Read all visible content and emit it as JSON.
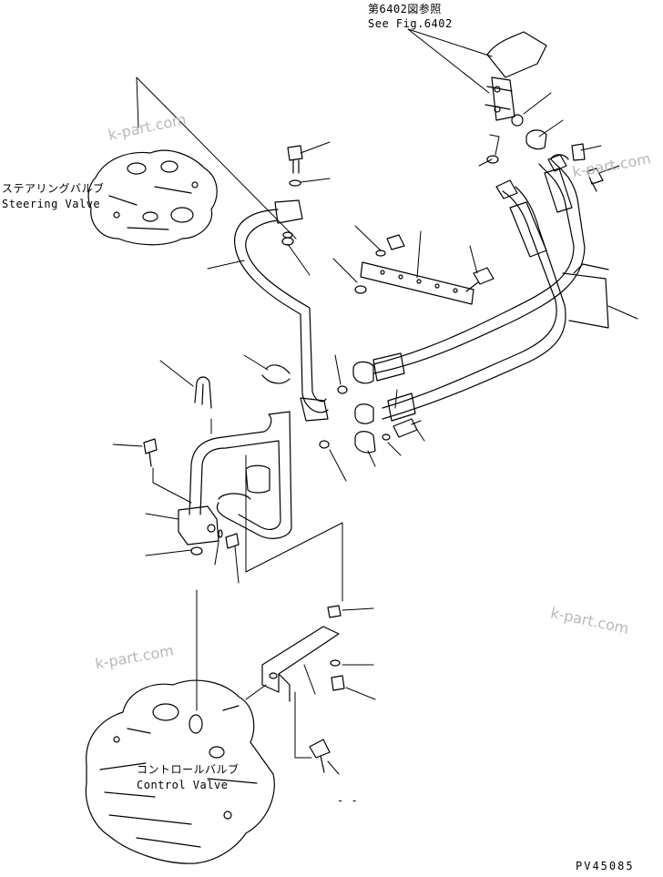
{
  "references": {
    "fig_jp": "第6402図参照",
    "fig_en": "See Fig.6402"
  },
  "components": {
    "steering_valve_jp": "ステアリングバルブ",
    "steering_valve_en": "Steering Valve",
    "control_valve_jp": "コントロールバルブ",
    "control_valve_en": "Control Valve"
  },
  "footer": {
    "drawing_code": "PV45085",
    "blank_mark": "- -"
  },
  "watermark": {
    "text": "k-part.com"
  }
}
